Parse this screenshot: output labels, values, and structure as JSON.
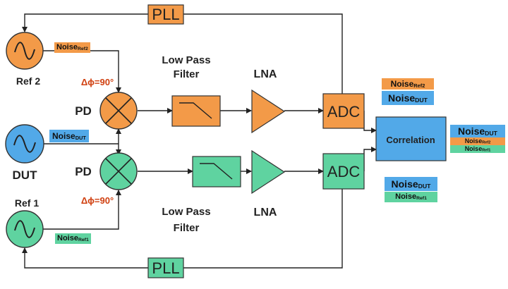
{
  "labels": {
    "pll": "PLL",
    "ref2": "Ref 2",
    "ref1": "Ref 1",
    "dut": "DUT",
    "pd": "PD",
    "phase": "Δϕ=90°",
    "lpf_line1": "Low Pass",
    "lpf_line2": "Filter",
    "lna": "LNA",
    "adc": "ADC",
    "correlation": "Correlation"
  },
  "noise": {
    "word": "Noise",
    "ref1": "Ref1",
    "ref2": "Ref2",
    "dut": "DUT"
  },
  "colors": {
    "orange": "#f39a48",
    "green": "#5fd3a0",
    "blue": "#52a9e8",
    "phase_text": "#d04010"
  }
}
